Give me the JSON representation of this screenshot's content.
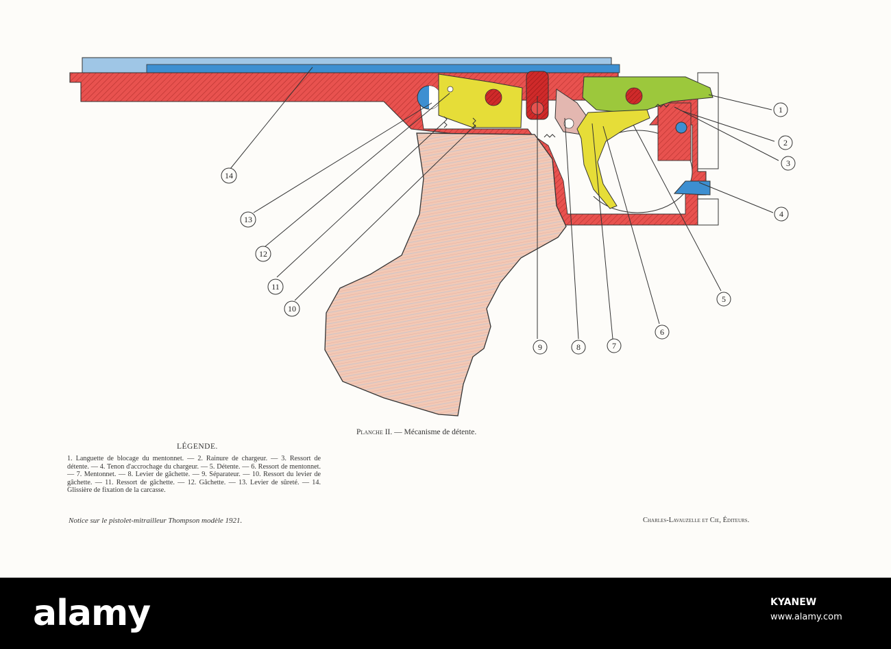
{
  "plate": {
    "caption_prefix": "Planche II.",
    "caption_text": "— Mécanisme de détente."
  },
  "legend": {
    "title": "LÉGENDE.",
    "text": "1. Languette de blocage du mentonnet. — 2. Rainure de chargeur. — 3. Ressort de détente. — 4. Tenon d'accrochage du chargeur. — 5. Détente. — 6. Ressort de mentonnet. — 7. Mentonnet. — 8. Levier de gâchette. — 9. Séparateur. — 10. Ressort du levier de gâchette. — 11. Ressort de gâchette. — 12. Gâchette. — 13. Levier de sûreté. — 14. Glissière de fixation de la carcasse."
  },
  "footer": {
    "left": "Notice sur le pistolet-mitrailleur Thompson modèle 1921.",
    "right": "Charles-Lavauzelle et Cie, Éditeurs."
  },
  "callouts": [
    "1",
    "2",
    "3",
    "4",
    "5",
    "6",
    "7",
    "8",
    "9",
    "10",
    "11",
    "12",
    "13",
    "14"
  ],
  "colors": {
    "frame_red": "#e8524f",
    "rail_blue": "#3d8fd1",
    "trigger_yellow": "#e6dd38",
    "sear_green": "#9cc83c",
    "separator_red": "#cf2a2a",
    "grip_pink": "#f2c9b6",
    "banner_black": "#000000"
  },
  "banner": {
    "logo": "alamy",
    "image_id": "KYANEW",
    "url": "www.alamy.com"
  }
}
